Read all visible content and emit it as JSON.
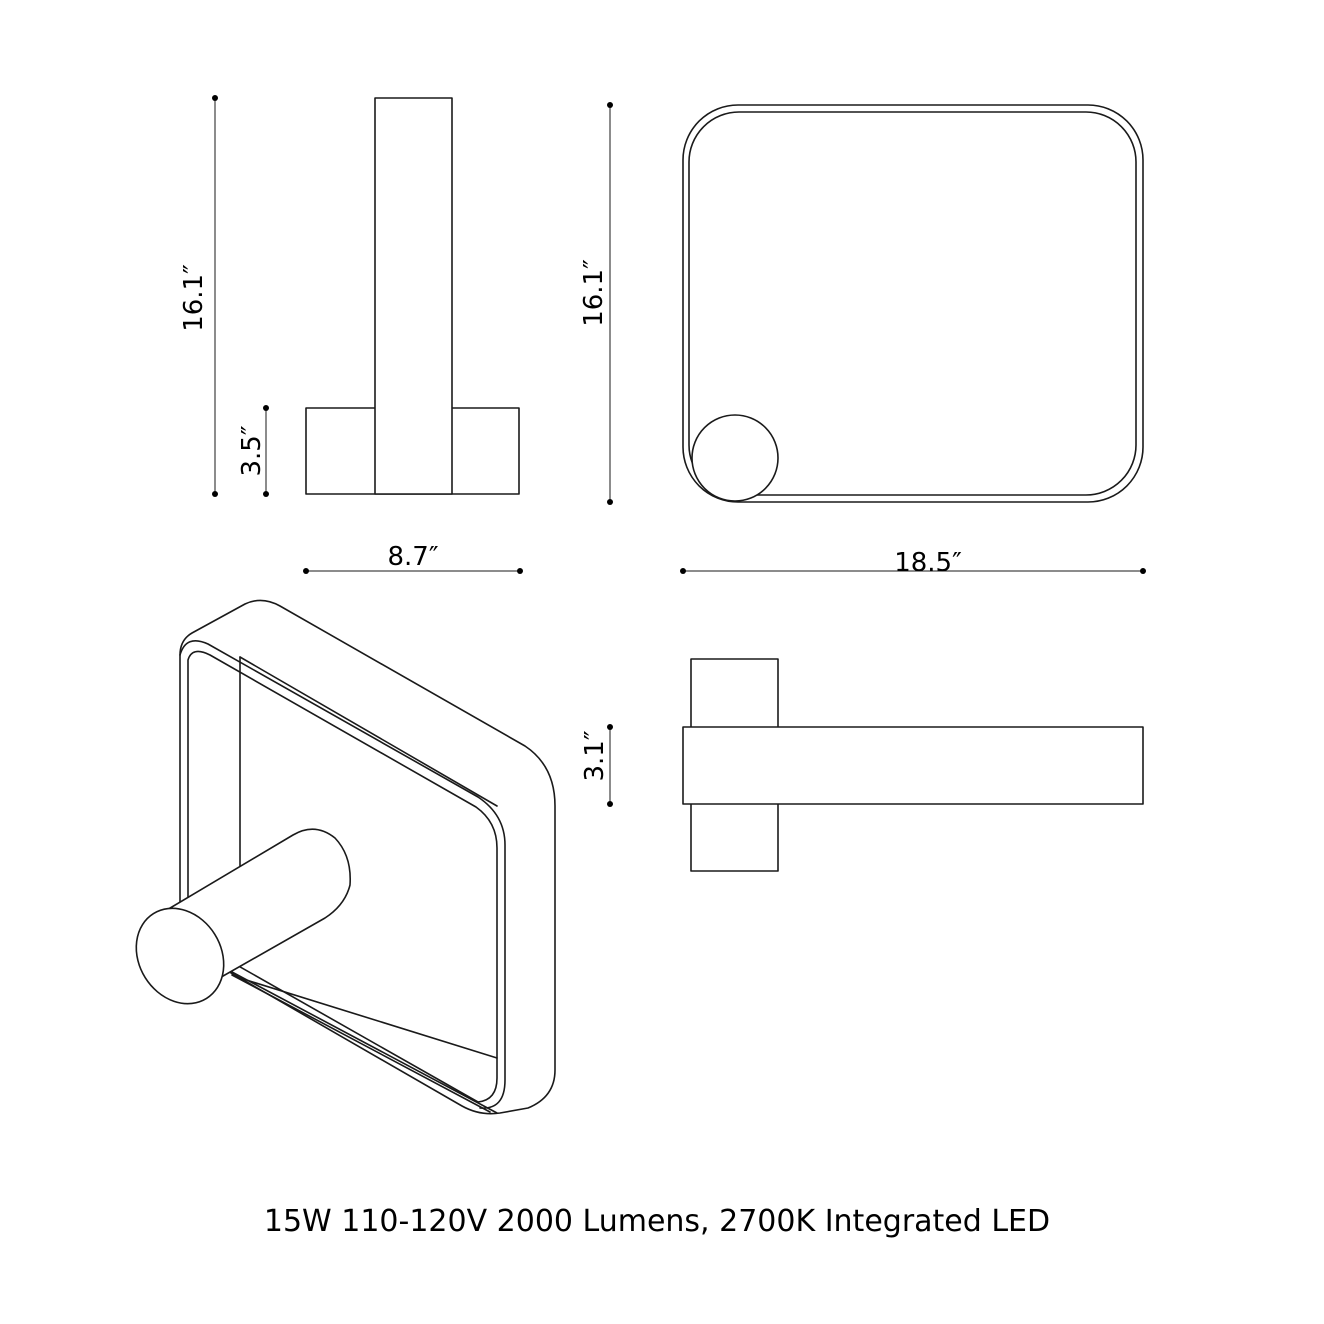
{
  "dimensions": {
    "side_height": "16.1″",
    "base_height": "3.5″",
    "front_height": "16.1″",
    "side_depth": "8.7″",
    "front_width": "18.5″",
    "top_depth": "3.1″"
  },
  "specs": "15W 110-120V 2000 Lumens, 2700K Integrated LED"
}
